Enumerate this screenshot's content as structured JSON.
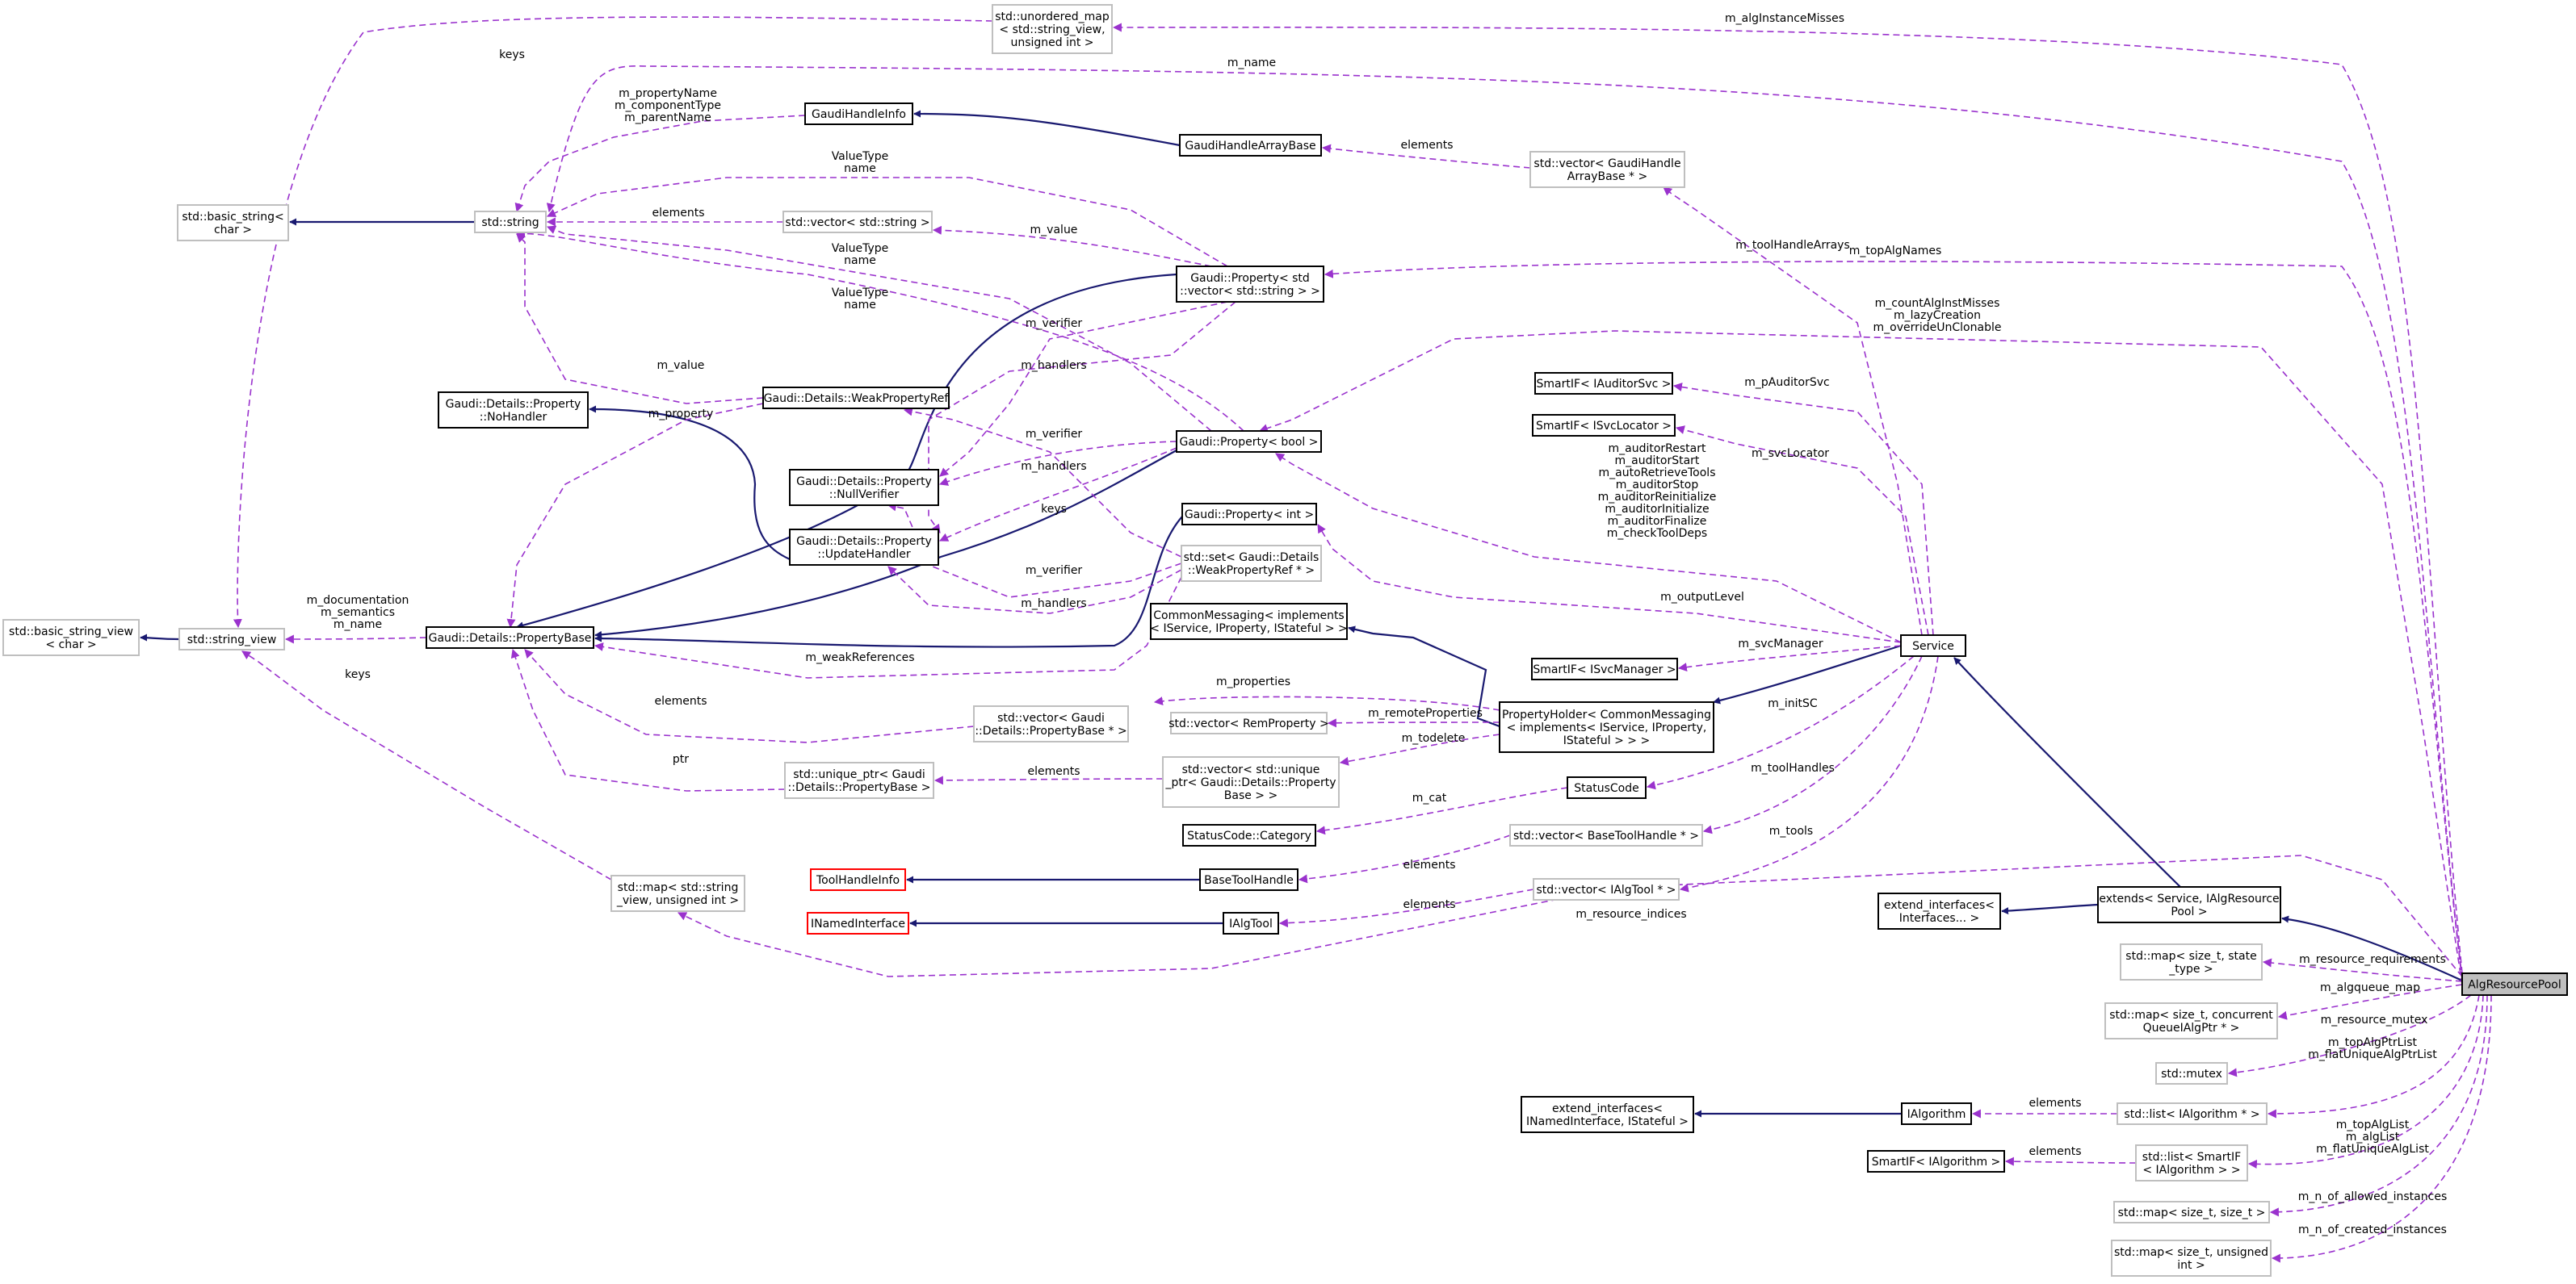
{
  "diagram": {
    "nodes": {
      "umap_sv_uint": [
        "std::unordered_map",
        "< std::string_view,",
        "unsigned int >"
      ],
      "gaudi_handle_info": [
        "GaudiHandleInfo"
      ],
      "gaudi_handle_array_base": [
        "GaudiHandleArrayBase"
      ],
      "vec_gaudi_handle_array_base": [
        "std::vector< GaudiHandle",
        "ArrayBase * >"
      ],
      "basic_string": [
        "std::basic_string<",
        "char >"
      ],
      "std_string": [
        "std::string"
      ],
      "vec_std_string": [
        "std::vector< std::string >"
      ],
      "prop_vec_string": [
        "Gaudi::Property< std",
        "::vector< std::string > >"
      ],
      "weak_property_ref": [
        "Gaudi::Details::WeakPropertyRef"
      ],
      "property_nohandler": [
        "Gaudi::Details::Property",
        "::NoHandler"
      ],
      "smartif_auditor": [
        "SmartIF< IAuditorSvc >"
      ],
      "smartif_svclocator": [
        "SmartIF< ISvcLocator >"
      ],
      "prop_bool": [
        "Gaudi::Property< bool >"
      ],
      "property_nullverifier": [
        "Gaudi::Details::Property",
        "::NullVerifier"
      ],
      "prop_int": [
        "Gaudi::Property< int >"
      ],
      "property_updatehandler": [
        "Gaudi::Details::Property",
        "::UpdateHandler"
      ],
      "set_weakpropref": [
        "std::set< Gaudi::Details",
        "::WeakPropertyRef * >"
      ],
      "basic_string_view": [
        "std::basic_string_view",
        "< char >"
      ],
      "string_view": [
        "std::string_view"
      ],
      "property_base": [
        "Gaudi::Details::PropertyBase"
      ],
      "common_messaging": [
        "CommonMessaging< implements",
        "< IService, IProperty, IStateful > >"
      ],
      "service": [
        "Service"
      ],
      "smartif_svcmanager": [
        "SmartIF< ISvcManager >"
      ],
      "vec_property_base": [
        "std::vector< Gaudi",
        "::Details::PropertyBase * >"
      ],
      "vec_remproperty": [
        "std::vector< RemProperty >"
      ],
      "property_holder": [
        "PropertyHolder< CommonMessaging",
        "< implements< IService, IProperty,",
        "IStateful > > >"
      ],
      "unique_ptr_pb": [
        "std::unique_ptr< Gaudi",
        "::Details::PropertyBase >"
      ],
      "vec_unique_ptr_pb": [
        "std::vector< std::unique",
        "_ptr< Gaudi::Details::Property",
        "Base > >"
      ],
      "statuscode": [
        "StatusCode"
      ],
      "statuscode_category": [
        "StatusCode::Category"
      ],
      "vec_basetoolhandle": [
        "std::vector< BaseToolHandle * >"
      ],
      "toolhandleinfo": [
        "ToolHandleInfo"
      ],
      "basetoolhandle": [
        "BaseToolHandle"
      ],
      "map_sv_uint": [
        "std::map< std::string",
        "_view, unsigned int >"
      ],
      "vec_ialgtool": [
        "std::vector< IAlgTool * >"
      ],
      "extends_service": [
        "extends< Service, IAlgResource",
        "Pool >"
      ],
      "extend_interfaces": [
        "extend_interfaces<",
        "Interfaces... >"
      ],
      "inamedinterface": [
        "INamedInterface"
      ],
      "ialgtool": [
        "IAlgTool"
      ],
      "map_state_type": [
        "std::map< size_t, state",
        "_type >"
      ],
      "alg_resource_pool": [
        "AlgResourcePool"
      ],
      "map_concurrent_queue": [
        "std::map< size_t, concurrent",
        "QueueIAlgPtr * >"
      ],
      "std_mutex": [
        "std::mutex"
      ],
      "extend_interfaces_inamed": [
        "extend_interfaces<",
        "INamedInterface, IStateful >"
      ],
      "ialgorithm": [
        "IAlgorithm"
      ],
      "list_ialgorithm_ptr": [
        "std::list< IAlgorithm * >"
      ],
      "smartif_ialgorithm": [
        "SmartIF< IAlgorithm >"
      ],
      "list_smartif_ialgorithm": [
        "std::list< SmartIF",
        "< IAlgorithm > >"
      ],
      "map_size_size": [
        "std::map< size_t, size_t >"
      ],
      "map_size_uint": [
        "std::map< size_t, unsigned",
        "int >"
      ]
    },
    "edge_labels": {
      "keys_top": [
        "keys"
      ],
      "m_algInstanceMisses": [
        "m_algInstanceMisses"
      ],
      "m_name": [
        "m_name"
      ],
      "prop_names": [
        "m_propertyName",
        "m_componentType",
        "m_parentName"
      ],
      "elements_gharray": [
        "elements"
      ],
      "valuetype_name_1": [
        "ValueType",
        "name"
      ],
      "elements_vecstring": [
        "elements"
      ],
      "m_value_1": [
        "m_value"
      ],
      "valuetype_name_2": [
        "ValueType",
        "name"
      ],
      "m_topAlgNames": [
        "m_topAlgNames"
      ],
      "m_toolHandleArrays": [
        "m_toolHandleArrays"
      ],
      "valuetype_name_3": [
        "ValueType",
        "name"
      ],
      "count_misses": [
        "m_countAlgInstMisses",
        "m_lazyCreation",
        "m_overrideUnClonable"
      ],
      "m_verifier_1": [
        "m_verifier"
      ],
      "m_handlers_1": [
        "m_handlers"
      ],
      "m_value_2": [
        "m_value"
      ],
      "m_pAuditorSvc": [
        "m_pAuditorSvc"
      ],
      "m_property": [
        "m_property"
      ],
      "m_verifier_2": [
        "m_verifier"
      ],
      "m_svcLocator": [
        "m_svcLocator"
      ],
      "m_handlers_2": [
        "m_handlers"
      ],
      "auditor_flags": [
        "m_auditorRestart",
        "m_auditorStart",
        "m_autoRetrieveTools",
        "m_auditorStop",
        "m_auditorReinitialize",
        "m_auditorInitialize",
        "m_auditorFinalize",
        "m_checkToolDeps"
      ],
      "keys_mid": [
        "keys"
      ],
      "m_verifier_3": [
        "m_verifier"
      ],
      "m_handlers_3": [
        "m_handlers"
      ],
      "doc_sem_name": [
        "m_documentation",
        "m_semantics",
        "m_name"
      ],
      "m_outputLevel": [
        "m_outputLevel"
      ],
      "keys_bottom": [
        "keys"
      ],
      "m_svcManager": [
        "m_svcManager"
      ],
      "m_weakReferences": [
        "m_weakReferences"
      ],
      "m_properties": [
        "m_properties"
      ],
      "elements_pb": [
        "elements"
      ],
      "m_initSC": [
        "m_initSC"
      ],
      "m_remoteProperties": [
        "m_remoteProperties"
      ],
      "m_todelete": [
        "m_todelete"
      ],
      "ptr": [
        "ptr"
      ],
      "elements_uptr": [
        "elements"
      ],
      "m_toolHandles": [
        "m_toolHandles"
      ],
      "m_cat": [
        "m_cat"
      ],
      "m_tools": [
        "m_tools"
      ],
      "elements_bth": [
        "elements"
      ],
      "elements_ialgtool": [
        "elements"
      ],
      "m_resource_indices": [
        "m_resource_indices"
      ],
      "m_resource_requirements": [
        "m_resource_requirements"
      ],
      "m_algqueue_map": [
        "m_algqueue_map"
      ],
      "m_resource_mutex": [
        "m_resource_mutex"
      ],
      "top_flat_ptr": [
        "m_topAlgPtrList",
        "m_flatUniqueAlgPtrList"
      ],
      "elements_ialgo": [
        "elements"
      ],
      "top_alg_list": [
        "m_topAlgList",
        "m_algList",
        "m_flatUniqueAlgList"
      ],
      "elements_smartif": [
        "elements"
      ],
      "m_n_of_allowed_instances": [
        "m_n_of_allowed_instances"
      ],
      "m_n_of_created_instances": [
        "m_n_of_created_instances"
      ]
    }
  }
}
